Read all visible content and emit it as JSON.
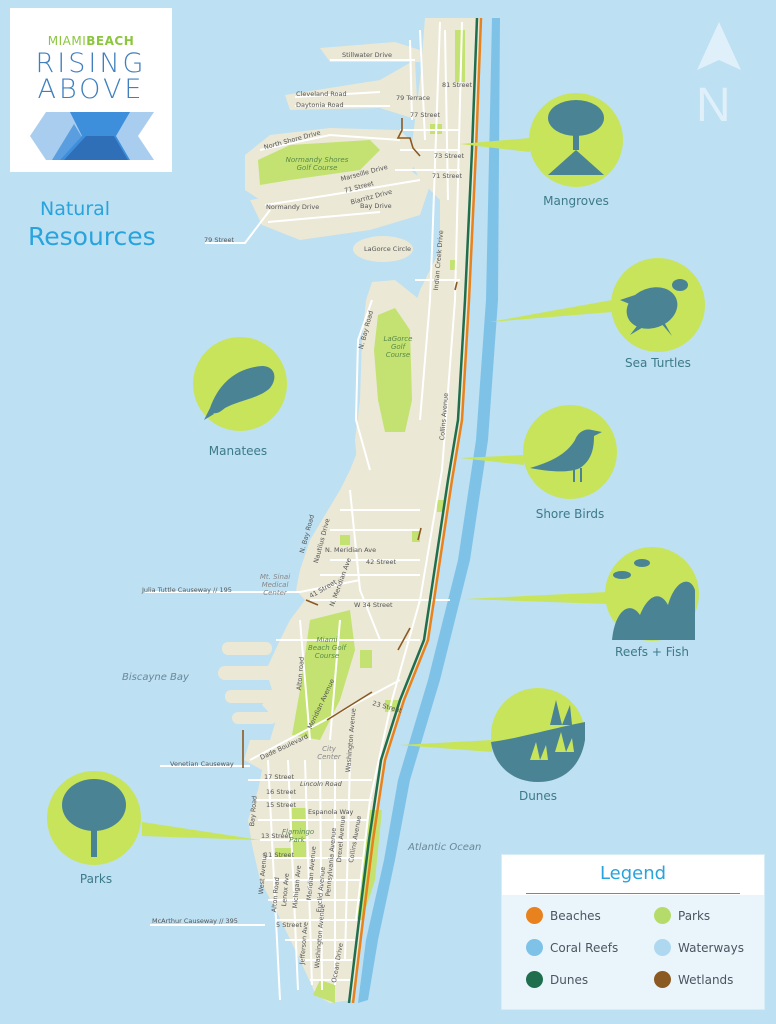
{
  "logo": {
    "miami": "MIAMI",
    "beach": "BEACH",
    "line1": "RISING",
    "line2": "ABOVE"
  },
  "title": {
    "line1": "Natural",
    "line2": "Resources"
  },
  "north_arrow": {
    "letter": "N"
  },
  "callouts": [
    {
      "id": "mangroves",
      "label": "Mangroves",
      "icon": "mangrove-tree-icon"
    },
    {
      "id": "sea-turtles",
      "label": "Sea Turtles",
      "icon": "sea-turtle-icon"
    },
    {
      "id": "manatees",
      "label": "Manatees",
      "icon": "manatee-icon"
    },
    {
      "id": "shore-birds",
      "label": "Shore Birds",
      "icon": "gull-icon"
    },
    {
      "id": "reefs-fish",
      "label": "Reefs + Fish",
      "icon": "coral-fish-icon"
    },
    {
      "id": "dunes",
      "label": "Dunes",
      "icon": "dune-grass-icon"
    },
    {
      "id": "parks",
      "label": "Parks",
      "icon": "tree-icon"
    }
  ],
  "streets": {
    "stillwater": "Stillwater Drive",
    "cleveland": "Cleveland Road",
    "daytonia": "Daytonia Road",
    "st81": "81 Street",
    "ter79": "79 Terrace",
    "st77": "77 Street",
    "northshore": "North Shore Drive",
    "st73": "73 Street",
    "marseille": "Marseille Drive",
    "st71a": "71 Street",
    "st71b": "71 Street",
    "biarritz": "Biarritz Drive",
    "normandy": "Normandy Drive",
    "bay": "Bay Drive",
    "st79": "79 Street",
    "lagorce": "LaGorce Circle",
    "indiancreek": "Indian Creek Drive",
    "nbayroad1": "N. Bay Road",
    "collins1": "Collins Avenue",
    "nbayroad2": "N. Bay Road",
    "nautilus": "Nautilus Drive",
    "nmeridian1": "N. Meridian Ave",
    "st42": "42 Street",
    "st41": "41 Street",
    "nmeridian2": "N. Meridian Ave",
    "juliatuttle": "Julia Tuttle Causeway // 195",
    "w34": "W 34 Street",
    "alton1": "Alton road",
    "meridian1": "Meridian Avenue",
    "st23": "23 Street",
    "dade": "Dade Boulevard",
    "venetian": "Venetian Causeway",
    "washington1": "Washington Avenue",
    "st17": "17 Street",
    "lincoln": "Lincoln Road",
    "st16": "16 Street",
    "st15": "15 Street",
    "espanola": "Espanola Way",
    "bayroad": "Bay Road",
    "st13": "13 Street",
    "st11": "11 Street",
    "west": "West Avenue",
    "alton2": "Alton Road",
    "lenox": "Lenox Ave",
    "michigan": "Michigan Ave",
    "meridian2": "Meridian Avenue",
    "euclid": "Euclid Avenue",
    "pennsylvania": "Pennsylvania Avenue",
    "drexel": "Drexel Avenue",
    "collins2": "Collins Avenue",
    "mcarthur": "McArthur Causeway // 395",
    "st5": "5 Street",
    "jefferson": "Jefferson Ave",
    "washington2": "Washington Avenue",
    "ocean": "Ocean Drive"
  },
  "places": {
    "normandy_golf": "Normandy Shores Golf Course",
    "lagorce_golf": "LaGorce Golf Course",
    "mtsinai": "Mt. Sinai Medical Center",
    "mb_golf": "Miami Beach Golf Course",
    "city_center": "City Center",
    "flamingo": "Flamingo Park"
  },
  "water_labels": {
    "biscayne": "Biscayne Bay",
    "atlantic": "Atlantic Ocean"
  },
  "legend": {
    "title": "Legend",
    "items": [
      {
        "label": "Beaches",
        "color": "#e8821e"
      },
      {
        "label": "Parks",
        "color": "#b5dc6a"
      },
      {
        "label": "Coral Reefs",
        "color": "#7fc2e8"
      },
      {
        "label": "Waterways",
        "color": "#aed8f0"
      },
      {
        "label": "Dunes",
        "color": "#1f6e4e"
      },
      {
        "label": "Wetlands",
        "color": "#8b5a22"
      }
    ]
  },
  "colors": {
    "water": "#bde0f2",
    "land": "#ebe8d6",
    "road": "#ffffff",
    "park": "#c3e271",
    "callout": "#c8e45a",
    "icon": "#4a8494",
    "reef": "#7fc2e8",
    "beach": "#e8821e",
    "dune": "#1f6e4e",
    "wetland": "#8b5a22",
    "title": "#29a3dc"
  }
}
